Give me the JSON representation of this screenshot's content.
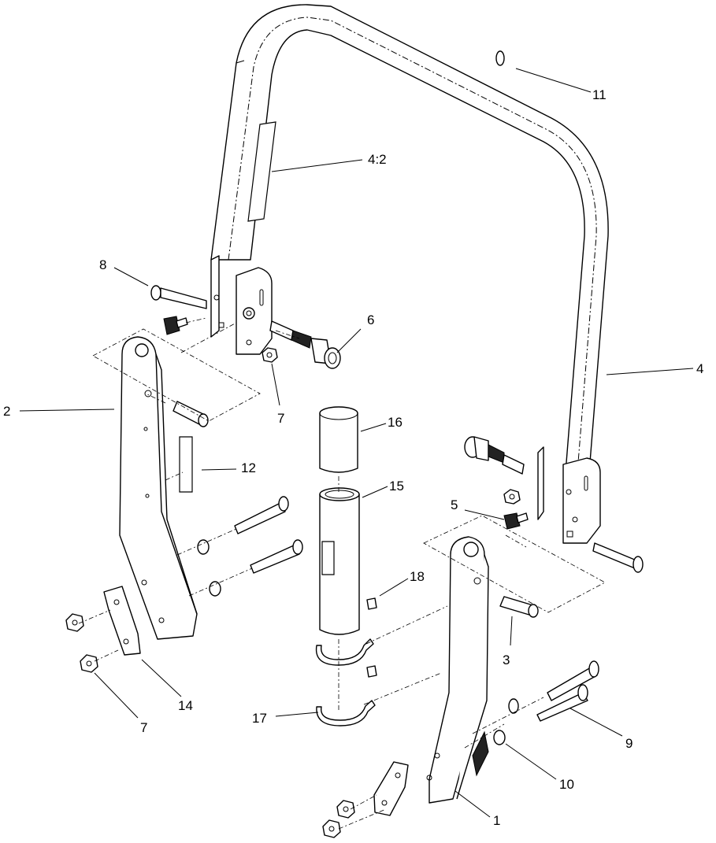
{
  "callouts": [
    {
      "id": "c11",
      "text": "11"
    },
    {
      "id": "c42",
      "text": "4:2"
    },
    {
      "id": "c8",
      "text": "8"
    },
    {
      "id": "c6",
      "text": "6"
    },
    {
      "id": "c4",
      "text": "4"
    },
    {
      "id": "c2",
      "text": "2"
    },
    {
      "id": "c7a",
      "text": "7"
    },
    {
      "id": "c16",
      "text": "16"
    },
    {
      "id": "c12",
      "text": "12"
    },
    {
      "id": "c15",
      "text": "15"
    },
    {
      "id": "c5",
      "text": "5"
    },
    {
      "id": "c18",
      "text": "18"
    },
    {
      "id": "c3",
      "text": "3"
    },
    {
      "id": "c14",
      "text": "14"
    },
    {
      "id": "c7b",
      "text": "7"
    },
    {
      "id": "c17",
      "text": "17"
    },
    {
      "id": "c9",
      "text": "9"
    },
    {
      "id": "c10",
      "text": "10"
    },
    {
      "id": "c1",
      "text": "1"
    }
  ]
}
